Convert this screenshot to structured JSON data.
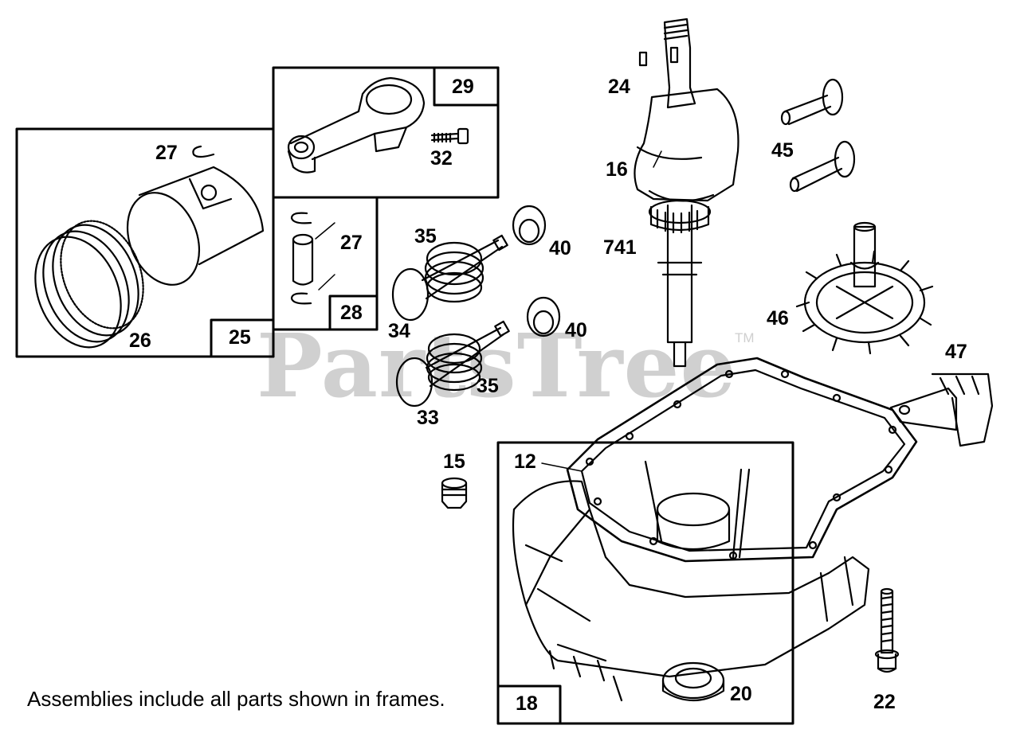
{
  "watermark": {
    "text": "PartsTree",
    "trademark": "TM"
  },
  "note": "Assemblies include all parts shown in frames.",
  "frame_labels": {
    "f29": "29",
    "f25": "25",
    "f28": "28",
    "f18": "18"
  },
  "callouts": {
    "c27a": "27",
    "c32": "32",
    "c27b": "27",
    "c26": "26",
    "c35a": "35",
    "c34": "34",
    "c40a": "40",
    "c40b": "40",
    "c35b": "35",
    "c33": "33",
    "c24": "24",
    "c16": "16",
    "c741": "741",
    "c45": "45",
    "c46": "46",
    "c47": "47",
    "c15": "15",
    "c12": "12",
    "c20": "20",
    "c22": "22"
  },
  "colors": {
    "line": "#000000",
    "watermark": "#d0d0d0"
  }
}
